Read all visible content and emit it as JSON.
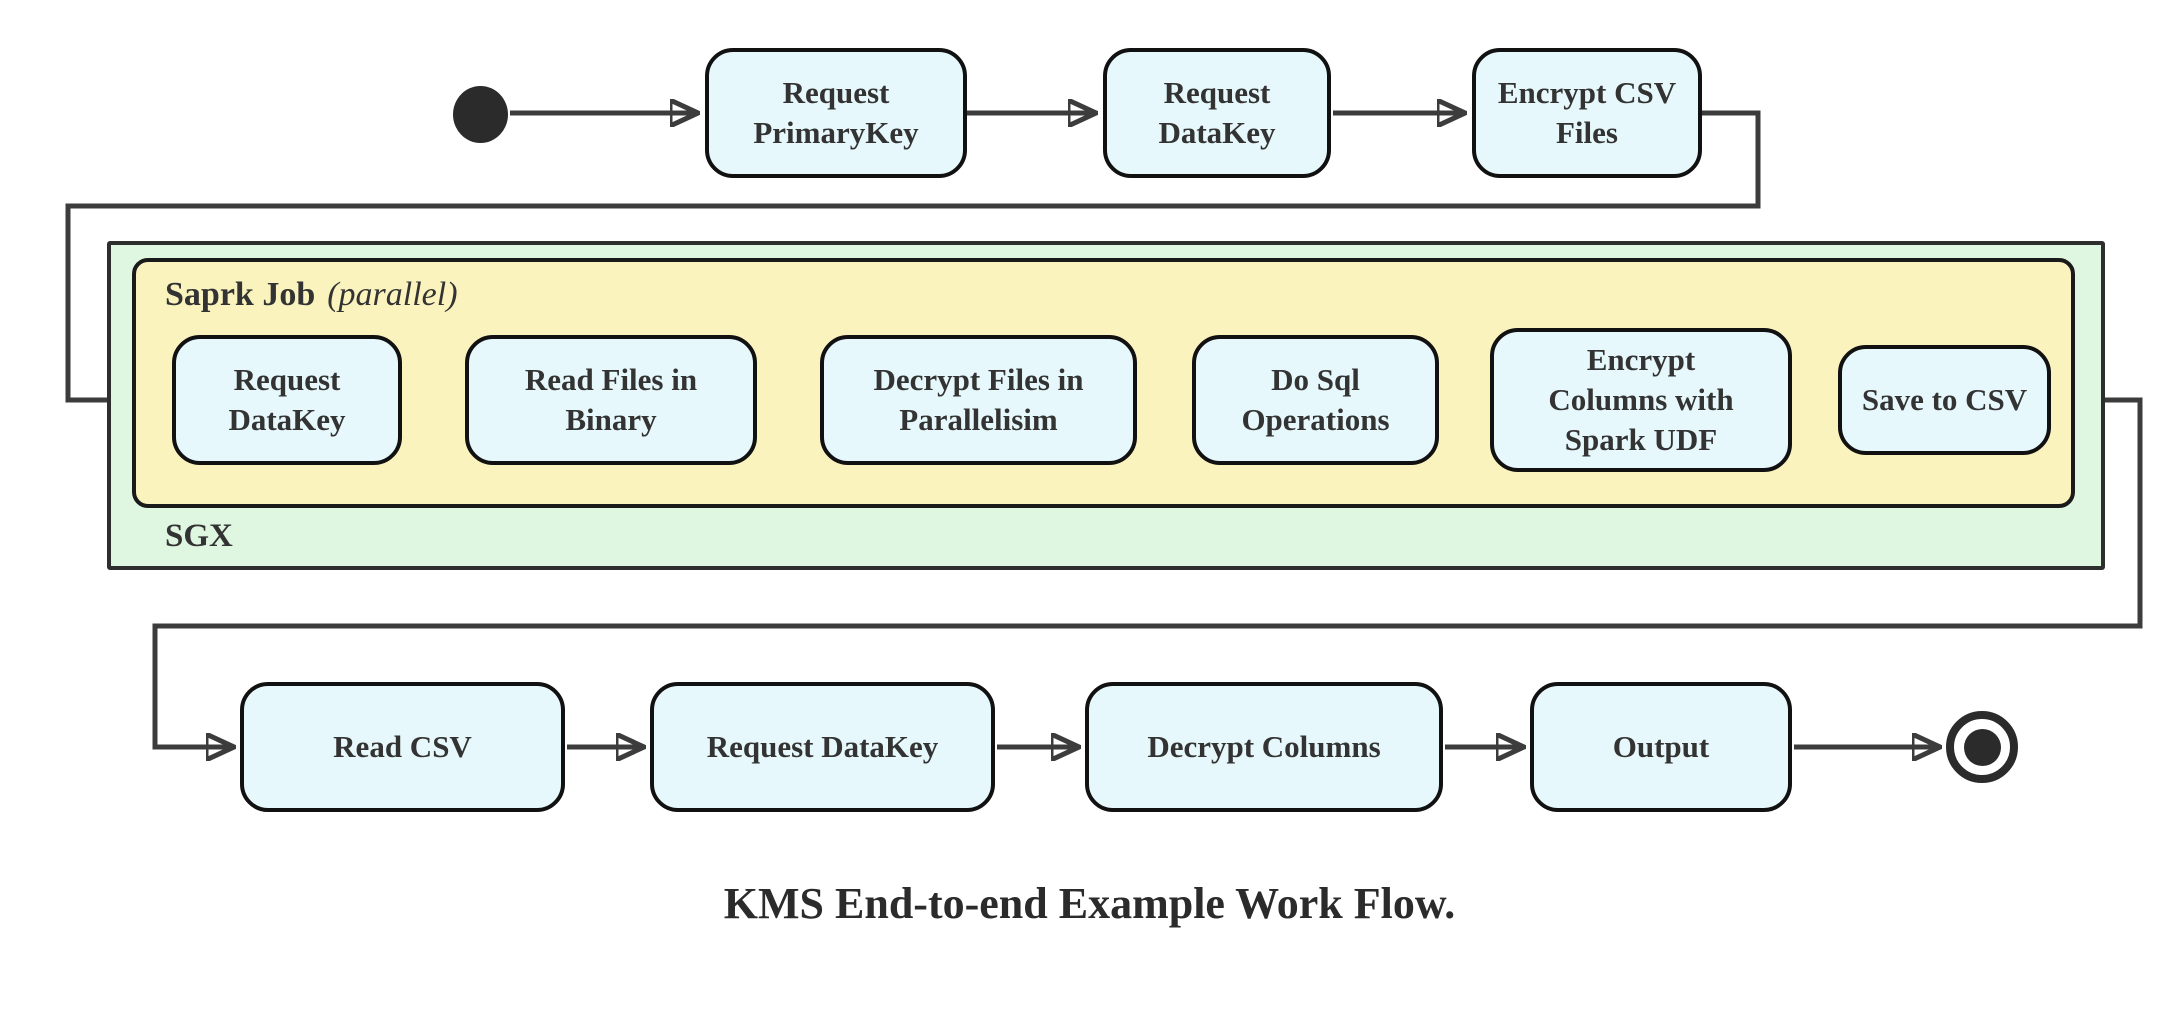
{
  "diagram": {
    "caption": "KMS End-to-end Example Work Flow.",
    "top_flow": [
      {
        "label": "Request PrimaryKey"
      },
      {
        "label": "Request DataKey"
      },
      {
        "label": "Encrypt CSV Files"
      }
    ],
    "sgx_container": {
      "label": "SGX",
      "spark_job_container": {
        "title": "Saprk Job",
        "annotation": "(parallel)",
        "steps": [
          {
            "label": "Request DataKey"
          },
          {
            "label": "Read Files in Binary"
          },
          {
            "label": "Decrypt Files in Parallelisim"
          },
          {
            "label": "Do Sql Operations"
          },
          {
            "label": "Encrypt Columns with Spark UDF"
          },
          {
            "label": "Save to CSV"
          }
        ]
      }
    },
    "bottom_flow": [
      {
        "label": "Read CSV"
      },
      {
        "label": "Request DataKey"
      },
      {
        "label": "Decrypt Columns"
      },
      {
        "label": "Output"
      }
    ],
    "colors": {
      "node_fill": "#e6f8fb",
      "node_border": "#111111",
      "sgx_fill": "#dff7e0",
      "sgx_border": "#2e2e2e",
      "spark_fill": "#fbf3be",
      "spark_border": "#1a1a1a",
      "edge": "#3c3c3c",
      "text": "#333333",
      "start_end": "#2b2b2b"
    }
  }
}
